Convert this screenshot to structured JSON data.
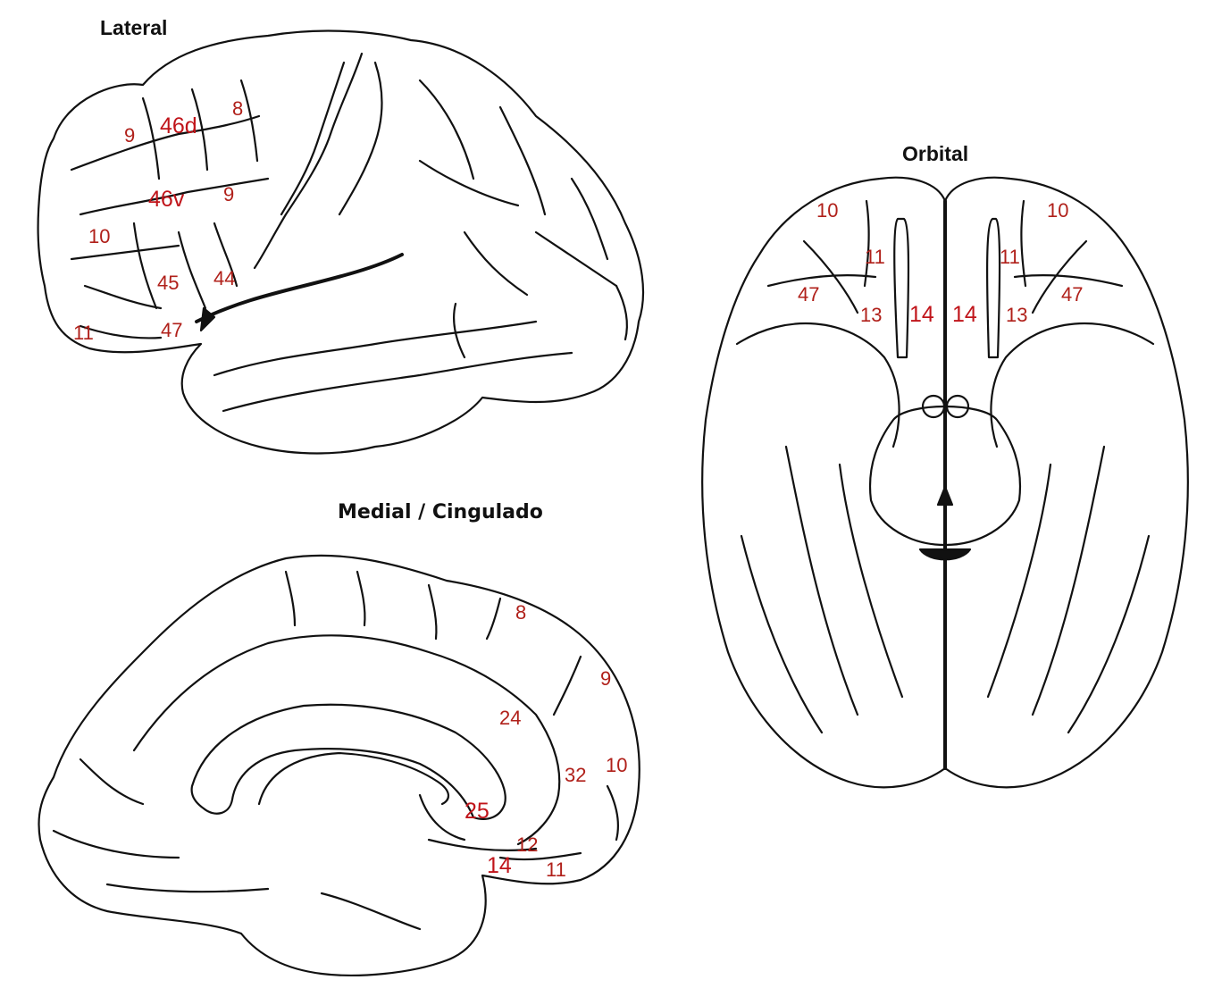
{
  "titles": {
    "lateral": "Lateral",
    "orbital": "Orbital",
    "medial": "Medial / Cingulado"
  },
  "lateral_labels": {
    "a9_upper": "9",
    "a46d": "46d",
    "a8": "8",
    "a46v": "46v",
    "a9_lower": "9",
    "a10": "10",
    "a45": "45",
    "a44": "44",
    "a11": "11",
    "a47": "47"
  },
  "orbital_labels": {
    "left_10": "10",
    "left_11": "11",
    "left_47": "47",
    "left_13": "13",
    "left_14": "14",
    "right_14": "14",
    "right_13": "13",
    "right_47": "47",
    "right_11": "11",
    "right_10": "10"
  },
  "medial_labels": {
    "a8": "8",
    "a9": "9",
    "a24": "24",
    "a32": "32",
    "a10": "10",
    "a25": "25",
    "a12": "12",
    "a14": "14",
    "a11": "11"
  },
  "colors": {
    "label": "#b0201a",
    "outline": "#111111"
  }
}
